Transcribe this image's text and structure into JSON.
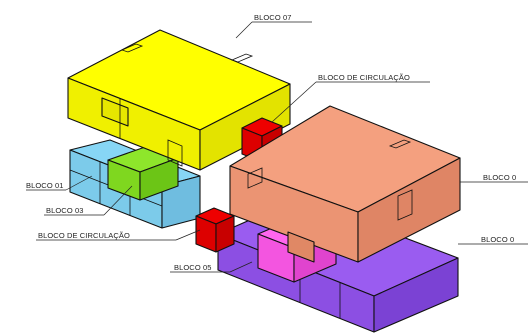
{
  "labels": {
    "bloco_07": "BLOCO 07",
    "circulacao_top": "BLOCO DE CIRCULAÇÃO",
    "bloco_01": "BLOCO 01",
    "bloco_03": "BLOCO 03",
    "circulacao_bottom": "BLOCO DE CIRCULAÇÃO",
    "bloco_05": "BLOCO 05",
    "bloco_right_upper": "BLOCO 0",
    "bloco_right_lower": "BLOCO 0"
  },
  "colors": {
    "yellow": "#ffff00",
    "cyan": "#87d6f5",
    "green": "#8ee62b",
    "red": "#ee0000",
    "salmon": "#f4a07f",
    "pink": "#ff66ee",
    "purple": "#9a5cf0"
  }
}
